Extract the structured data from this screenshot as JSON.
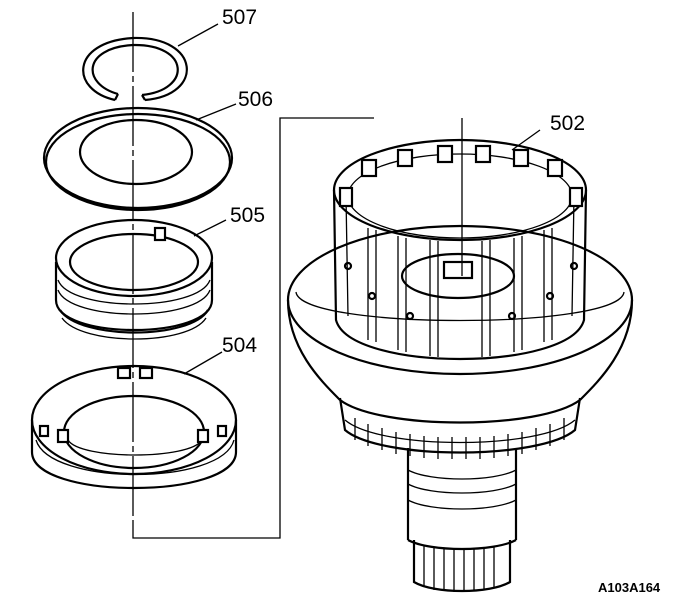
{
  "callouts": {
    "c507": "507",
    "c506": "506",
    "c505": "505",
    "c504": "504",
    "c502": "502"
  },
  "figure_id": "A103A164"
}
